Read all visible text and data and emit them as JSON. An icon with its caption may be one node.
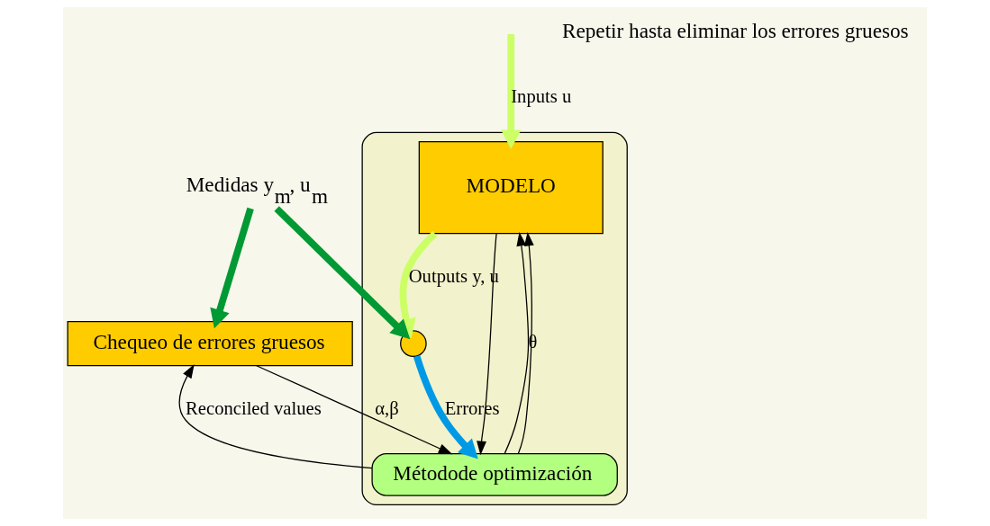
{
  "diagram": {
    "nodes": [
      {
        "text": [],
        "shape": "box"
      },
      {
        "text": [
          "MODELO"
        ],
        "in": 0
      },
      {
        "text": [],
        "shape": "circle",
        "in": 0
      },
      {
        "text": [
          "Métodode optimización"
        ],
        "in": 0
      },
      {
        "text": [
          "Medidas y$_{m}$, u$_{m}$"
        ]
      },
      {
        "text": [
          "Chequeo de errores gruesos"
        ]
      }
    ],
    "edges": [
      {
        "from": null,
        "to": 1,
        "arrow": "to",
        "label": "Inputs u",
        "style": "thick",
        "color": "#ccff66"
      },
      {
        "from": 1,
        "to": 2,
        "arrow": "to",
        "label": "Outputs y, u",
        "style": "thick",
        "color": "#ccff66"
      },
      {
        "from": 1,
        "to": 3,
        "arrow": "to"
      },
      {
        "from": 4,
        "to": 2,
        "arrow": "to",
        "style": "thick",
        "color": "#009933"
      },
      {
        "from": 2,
        "to": 3,
        "arrow": "to",
        "label": "Errores",
        "style": "thick",
        "color": "#0099e6"
      },
      {
        "from": 3,
        "to": 1,
        "arrow": "to",
        "label": "θ"
      },
      {
        "from": 3,
        "to": 1,
        "arrow": "to"
      },
      {
        "from": 4,
        "to": 5,
        "arrow": "to",
        "style": "thick",
        "color": "#009933"
      },
      {
        "from": 5,
        "to": 3,
        "arrow": "to",
        "label": "α,β"
      },
      {
        "from": 3,
        "to": 5,
        "arrow": "to",
        "label": "Reconciled values"
      }
    ],
    "labels": [
      "Repetir hasta eliminar los errores gruesos"
    ]
  }
}
